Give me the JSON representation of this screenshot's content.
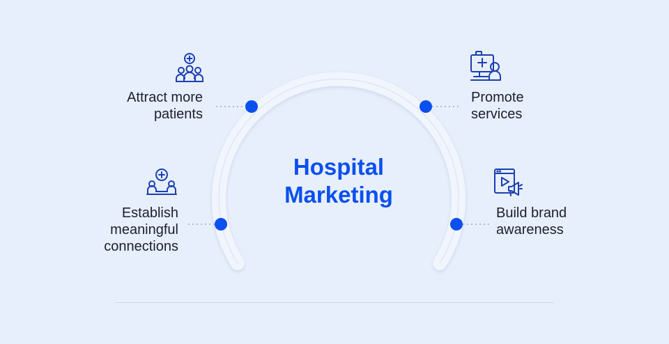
{
  "title": {
    "line1": "Hospital",
    "line2": "Marketing"
  },
  "items": {
    "attract": {
      "line1": "Attract more",
      "line2": "patients",
      "icon": "patients-plus-icon"
    },
    "establish": {
      "line1": "Establish",
      "line2": "meaningful",
      "line3": "connections",
      "icon": "consultation-icon"
    },
    "promote": {
      "line1": "Promote",
      "line2": "services",
      "icon": "medical-monitor-icon"
    },
    "build": {
      "line1": "Build brand",
      "line2": "awareness",
      "icon": "video-megaphone-icon"
    }
  },
  "colors": {
    "accent": "#0a4ff0",
    "dot": "#0a4ff0",
    "background": "#e8effc",
    "icon_stroke": "#1a3fb0"
  }
}
